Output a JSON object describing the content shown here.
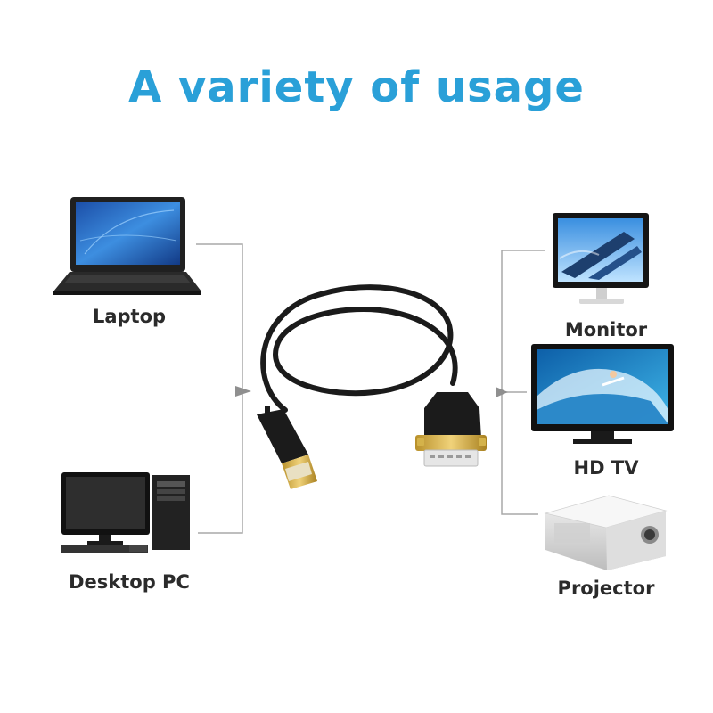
{
  "title": "A variety of usage",
  "colors": {
    "title": "#2aa0d8",
    "connector": "#a8a8a8",
    "cable": "#1b1b1b",
    "gold": "#c9a640"
  },
  "sources": [
    {
      "label": "Laptop",
      "icon": "laptop-icon"
    },
    {
      "label": "Desktop PC",
      "icon": "desktop-pc-icon"
    }
  ],
  "targets": [
    {
      "label": "Monitor",
      "icon": "monitor-icon"
    },
    {
      "label": "HD TV",
      "icon": "hd-tv-icon"
    },
    {
      "label": "Projector",
      "icon": "projector-icon"
    }
  ],
  "center": {
    "icon": "displayport-to-dvi-cable-icon"
  }
}
